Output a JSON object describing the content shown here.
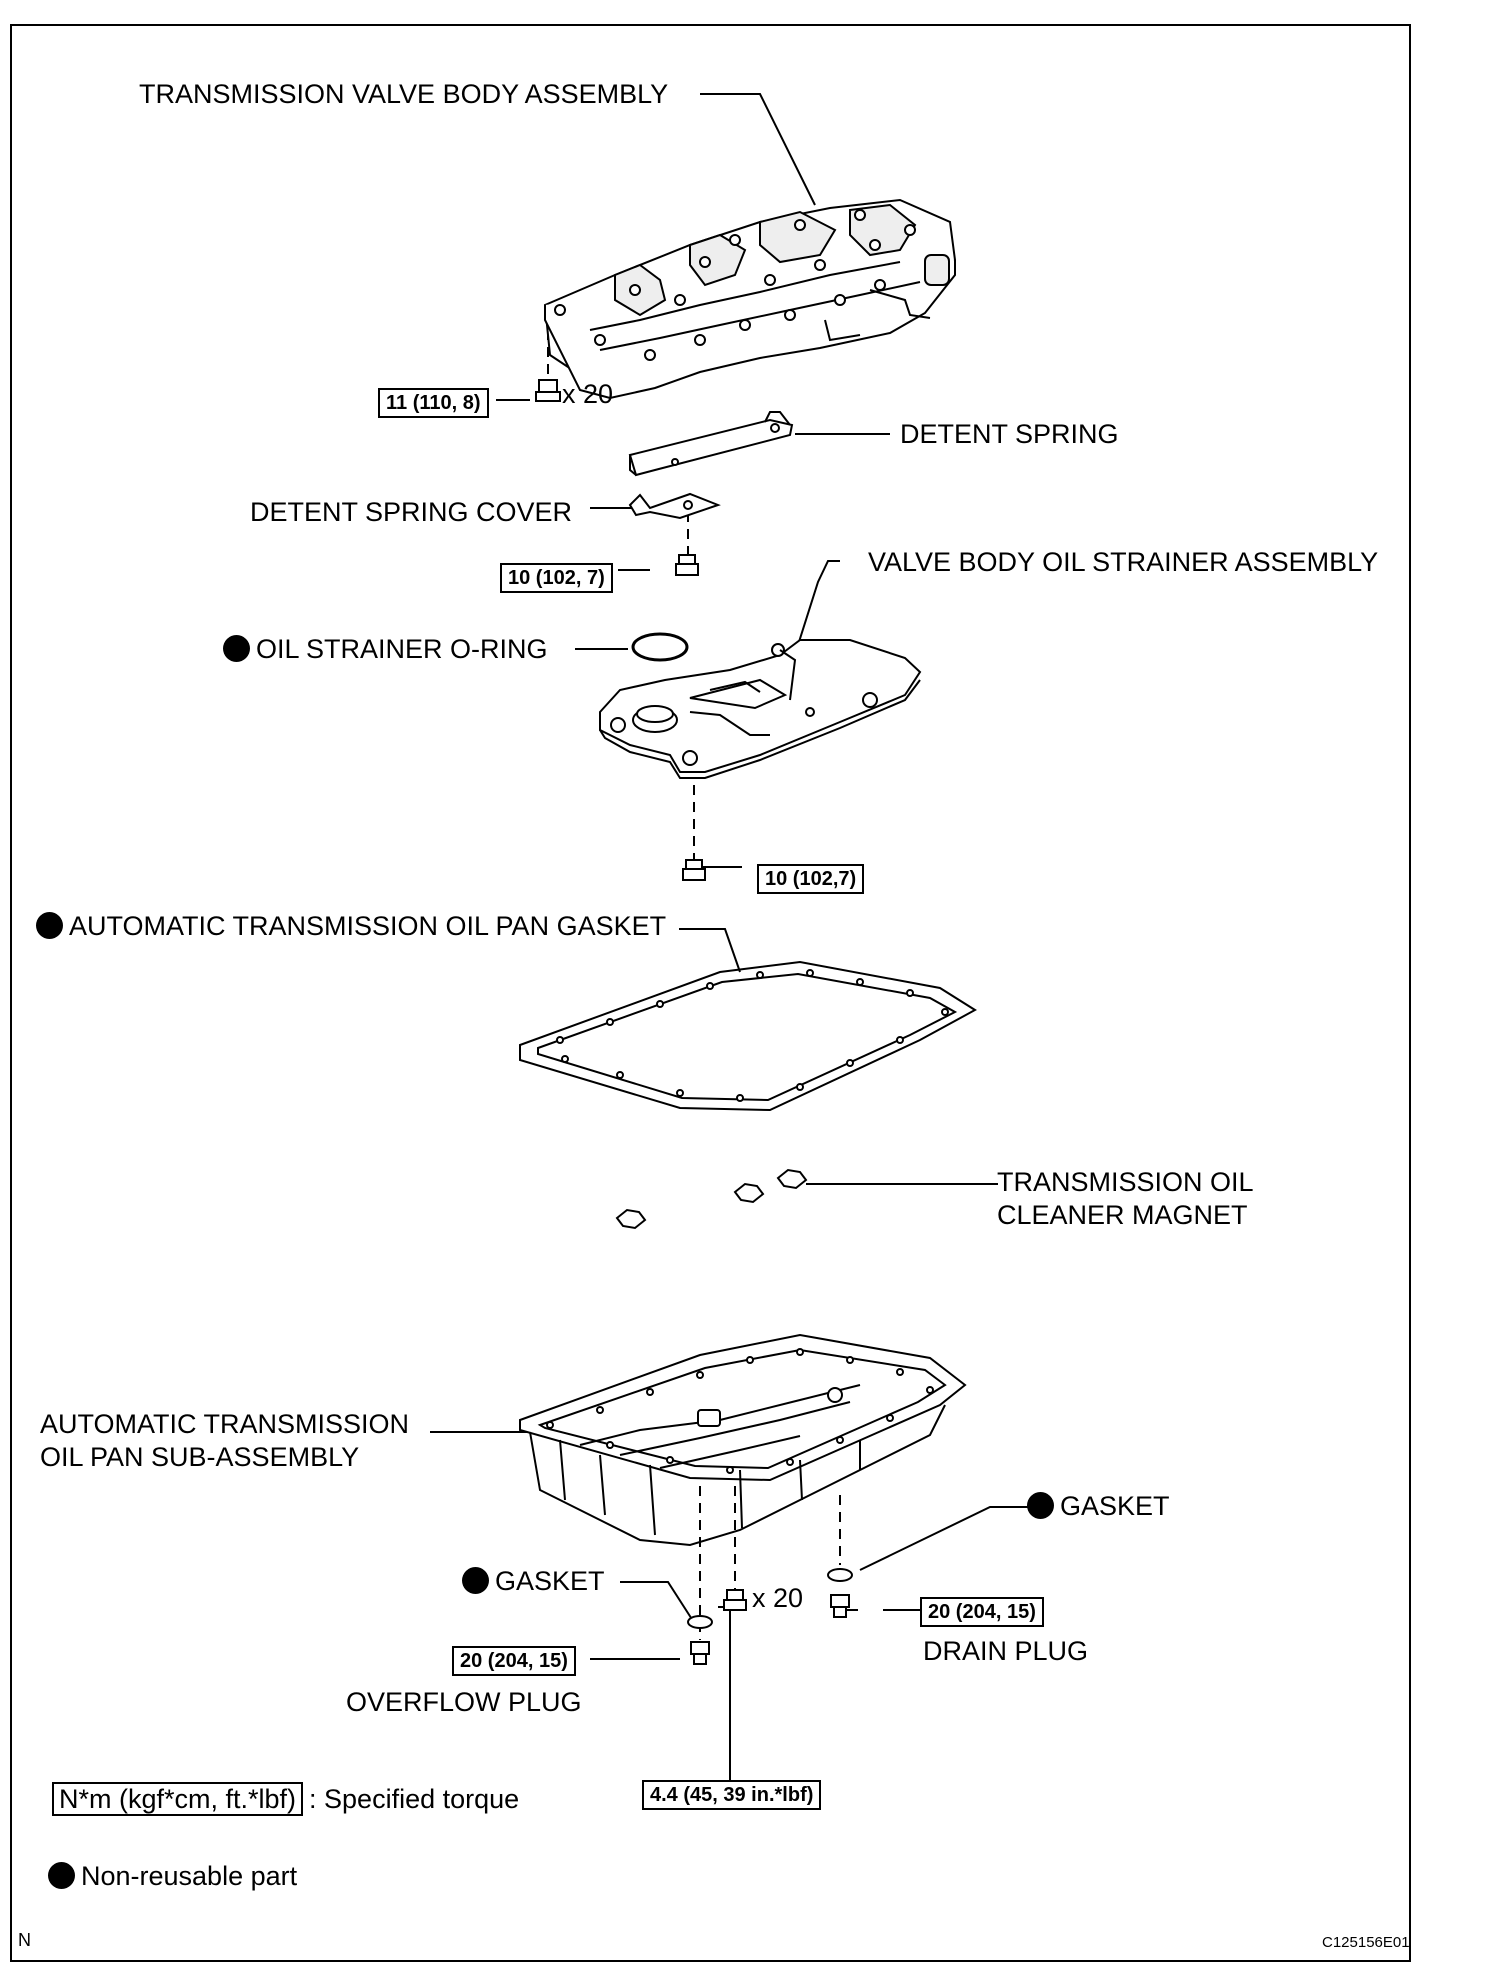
{
  "labels": {
    "valve_body": "TRANSMISSION VALVE BODY ASSEMBLY",
    "detent_spring": "DETENT SPRING",
    "detent_spring_cover": "DETENT SPRING COVER",
    "strainer_assembly": "VALVE BODY OIL STRAINER ASSEMBLY",
    "strainer_oring": "OIL STRAINER O-RING",
    "pan_gasket": "AUTOMATIC TRANSMISSION OIL PAN GASKET",
    "magnet_line1": "TRANSMISSION OIL",
    "magnet_line2": "CLEANER MAGNET",
    "pan_line1": "AUTOMATIC TRANSMISSION",
    "pan_line2": "OIL PAN SUB-ASSEMBLY",
    "gasket_right": "GASKET",
    "gasket_left": "GASKET",
    "drain_plug": "DRAIN PLUG",
    "overflow_plug": "OVERFLOW PLUG"
  },
  "quantities": {
    "valve_bolts": "x 20",
    "pan_bolts": "x 20"
  },
  "torques": {
    "valve_body_bolts": "11 (110, 8)",
    "detent_cover_bolt": "10 (102, 7)",
    "strainer_bolt": "10 (102,7)",
    "drain_plug": "20 (204, 15)",
    "overflow_plug": "20 (204, 15)",
    "pan_bolts": "4.4 (45, 39 in.*lbf)"
  },
  "legend": {
    "torque_unit": "N*m (kgf*cm, ft.*lbf)",
    "torque_text": ": Specified torque",
    "non_reusable": "Non-reusable part"
  },
  "footer": {
    "n_mark": "N",
    "figure_code": "C125156E01"
  }
}
